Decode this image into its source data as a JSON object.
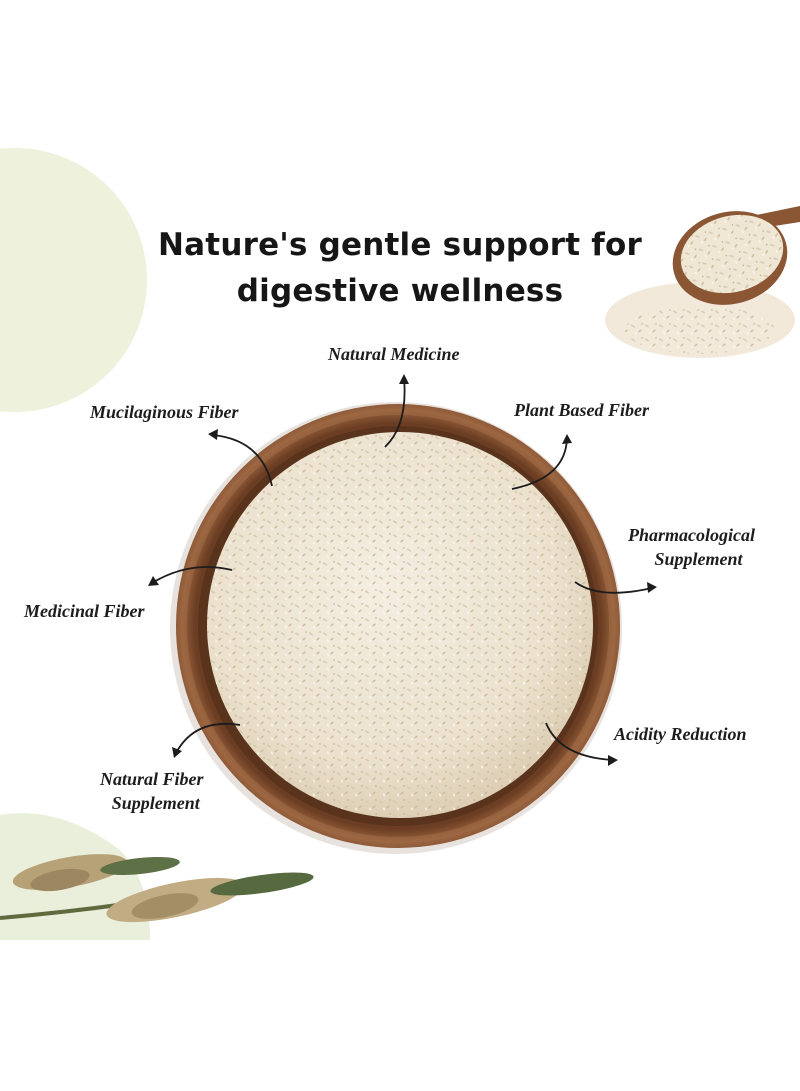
{
  "headline": {
    "line1": "Nature's gentle support for",
    "line2": "digestive wellness"
  },
  "benefits": {
    "natural_medicine": "Natural Medicine",
    "mucilaginous_fiber": "Mucilaginous Fiber",
    "plant_based_fiber": "Plant Based Fiber",
    "pharmacological_line1": "Pharmacological",
    "pharmacological_line2": "Supplement",
    "medicinal_fiber": "Medicinal Fiber",
    "acidity_reduction": "Acidity Reduction",
    "natural_fiber_line1": "Natural Fiber",
    "natural_fiber_line2": "Supplement"
  },
  "colors": {
    "background": "#ffffff",
    "accent_circle": "#eef2dc",
    "bowl_wood": "#8a5634",
    "husk": "#eee6d6",
    "arrow": "#1c1c1c"
  },
  "icons": [
    "bowl-of-psyllium-husk",
    "wooden-spoon-with-husk",
    "plantago-plant",
    "curved-arrow"
  ]
}
